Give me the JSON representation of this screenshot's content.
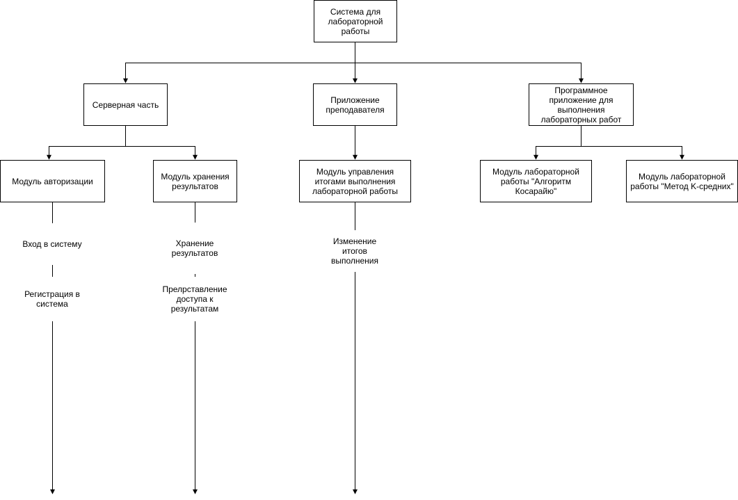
{
  "diagram": {
    "nodes": {
      "root": "Система для\nлабораторной\nработы",
      "server": "Серверная часть",
      "teacher_app": "Приложение\nпреподавателя",
      "lab_app": "Программное\nприложение для\nвыполнения\nлабораторных работ",
      "auth_module": "Модуль авторизации",
      "storage_module": "Модуль хранения\nрезультатов",
      "results_module": "Модуль управления\nитогами выполнения\nлабораторной работы",
      "kosaraju_module": "Модуль лабораторной\nработы \"Алгоритм\nКосарайю\"",
      "kmeans_module": "Модуль лабораторной\nработы \"Метод K-средних\""
    },
    "labels": {
      "login": "Вход в систему",
      "registration": "Регистрация в\nсистема",
      "store_results": "Хранение\nрезультатов",
      "access_results": "Прелрставление\nдоступа к\nрезультатам",
      "change_results": "Изменение\nитогов\nвыполнения"
    }
  }
}
